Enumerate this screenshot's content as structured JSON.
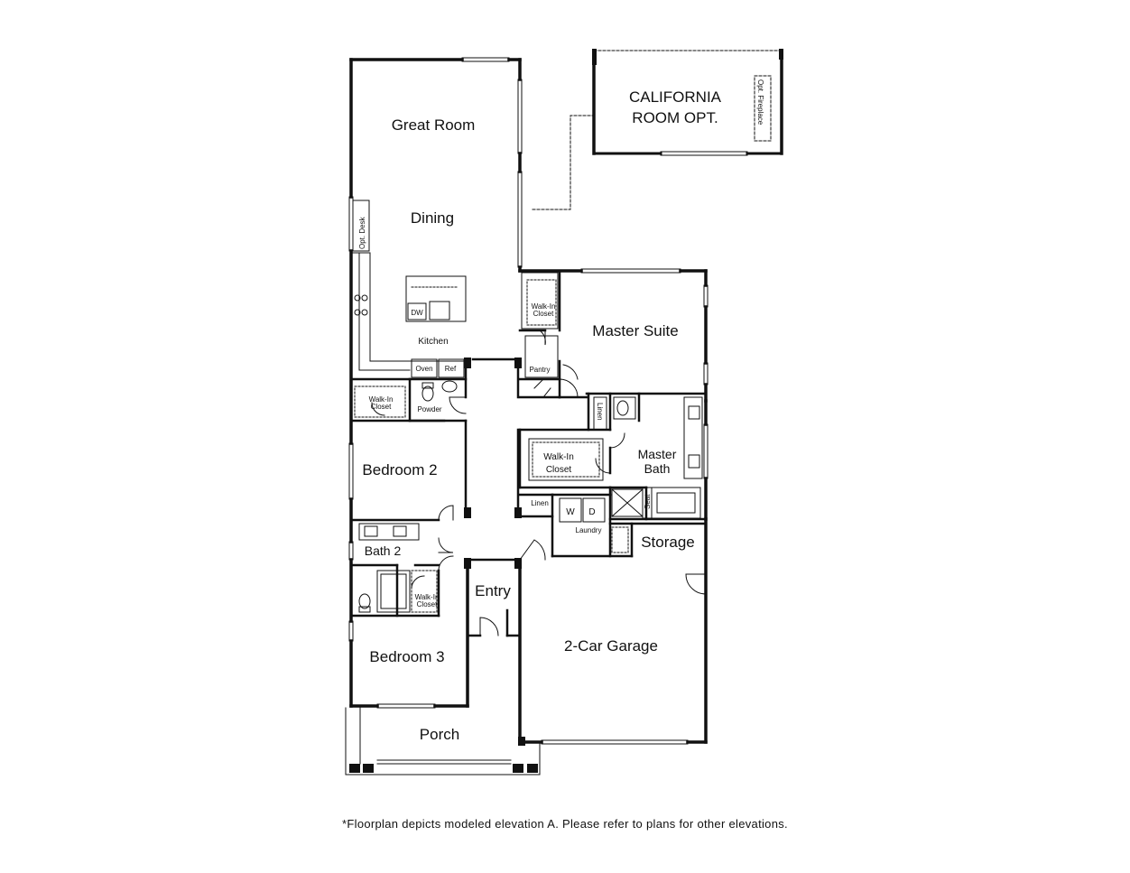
{
  "rooms": {
    "great_room": "Great Room",
    "dining": "Dining",
    "kitchen": "Kitchen",
    "california_line1": "CALIFORNIA",
    "california_line2": "ROOM OPT.",
    "opt_fireplace": "Opt. Fireplace",
    "opt_desk": "Opt. Desk",
    "master_suite": "Master Suite",
    "master_walkin_1": "Walk-In",
    "master_walkin_2": "Closet",
    "pantry": "Pantry",
    "oven": "Oven",
    "ref": "Ref",
    "dw": "DW",
    "powder": "Powder",
    "bed2_walkin_1": "Walk-In",
    "bed2_walkin_2": "Closet",
    "bedroom2": "Bedroom 2",
    "linen_upper": "Linen",
    "walkin_closet_1": "Walk-In",
    "walkin_closet_2": "Closet",
    "master_bath_1": "Master",
    "master_bath_2": "Bath",
    "seat": "Seat",
    "linen_lower": "Linen",
    "washer": "W",
    "dryer": "D",
    "laundry": "Laundry",
    "storage": "Storage",
    "bath2": "Bath 2",
    "bed3_walkin_1": "Walk-In",
    "bed3_walkin_2": "Closet",
    "entry": "Entry",
    "garage": "2-Car Garage",
    "bedroom3": "Bedroom 3",
    "porch": "Porch"
  },
  "footnote": "*Floorplan depicts modeled elevation A. Please refer to plans for other elevations."
}
